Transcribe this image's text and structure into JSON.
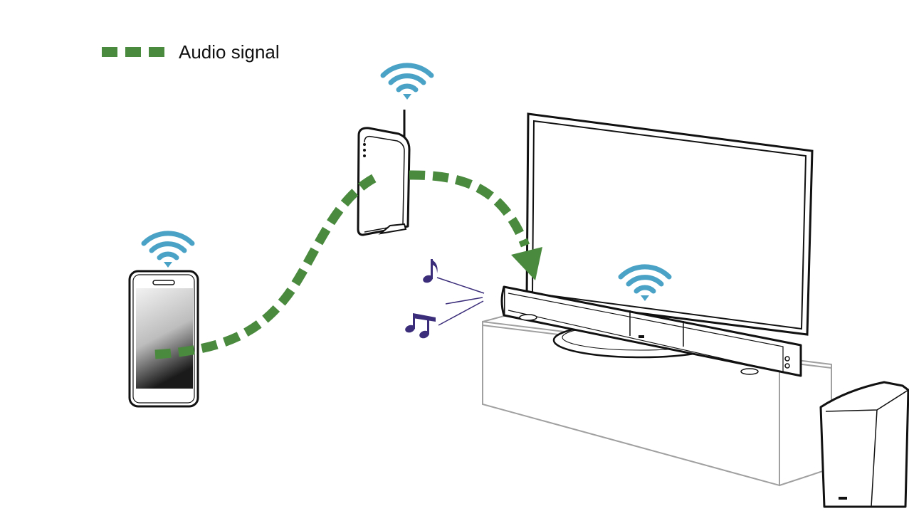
{
  "legend": {
    "label": "Audio signal"
  },
  "colors": {
    "audio_signal": "#4a8a3e",
    "wifi": "#4aa3c6",
    "music_note": "#3b2d7a",
    "outline": "#111111",
    "furniture": "#a0a0a0"
  },
  "icons": {
    "wifi": "wifi-icon",
    "note_single": "music-note-icon",
    "note_double": "beamed-music-notes-icon"
  },
  "devices": [
    "smartphone",
    "wireless-router",
    "tv",
    "sound-bar",
    "subwoofer",
    "tv-stand"
  ]
}
